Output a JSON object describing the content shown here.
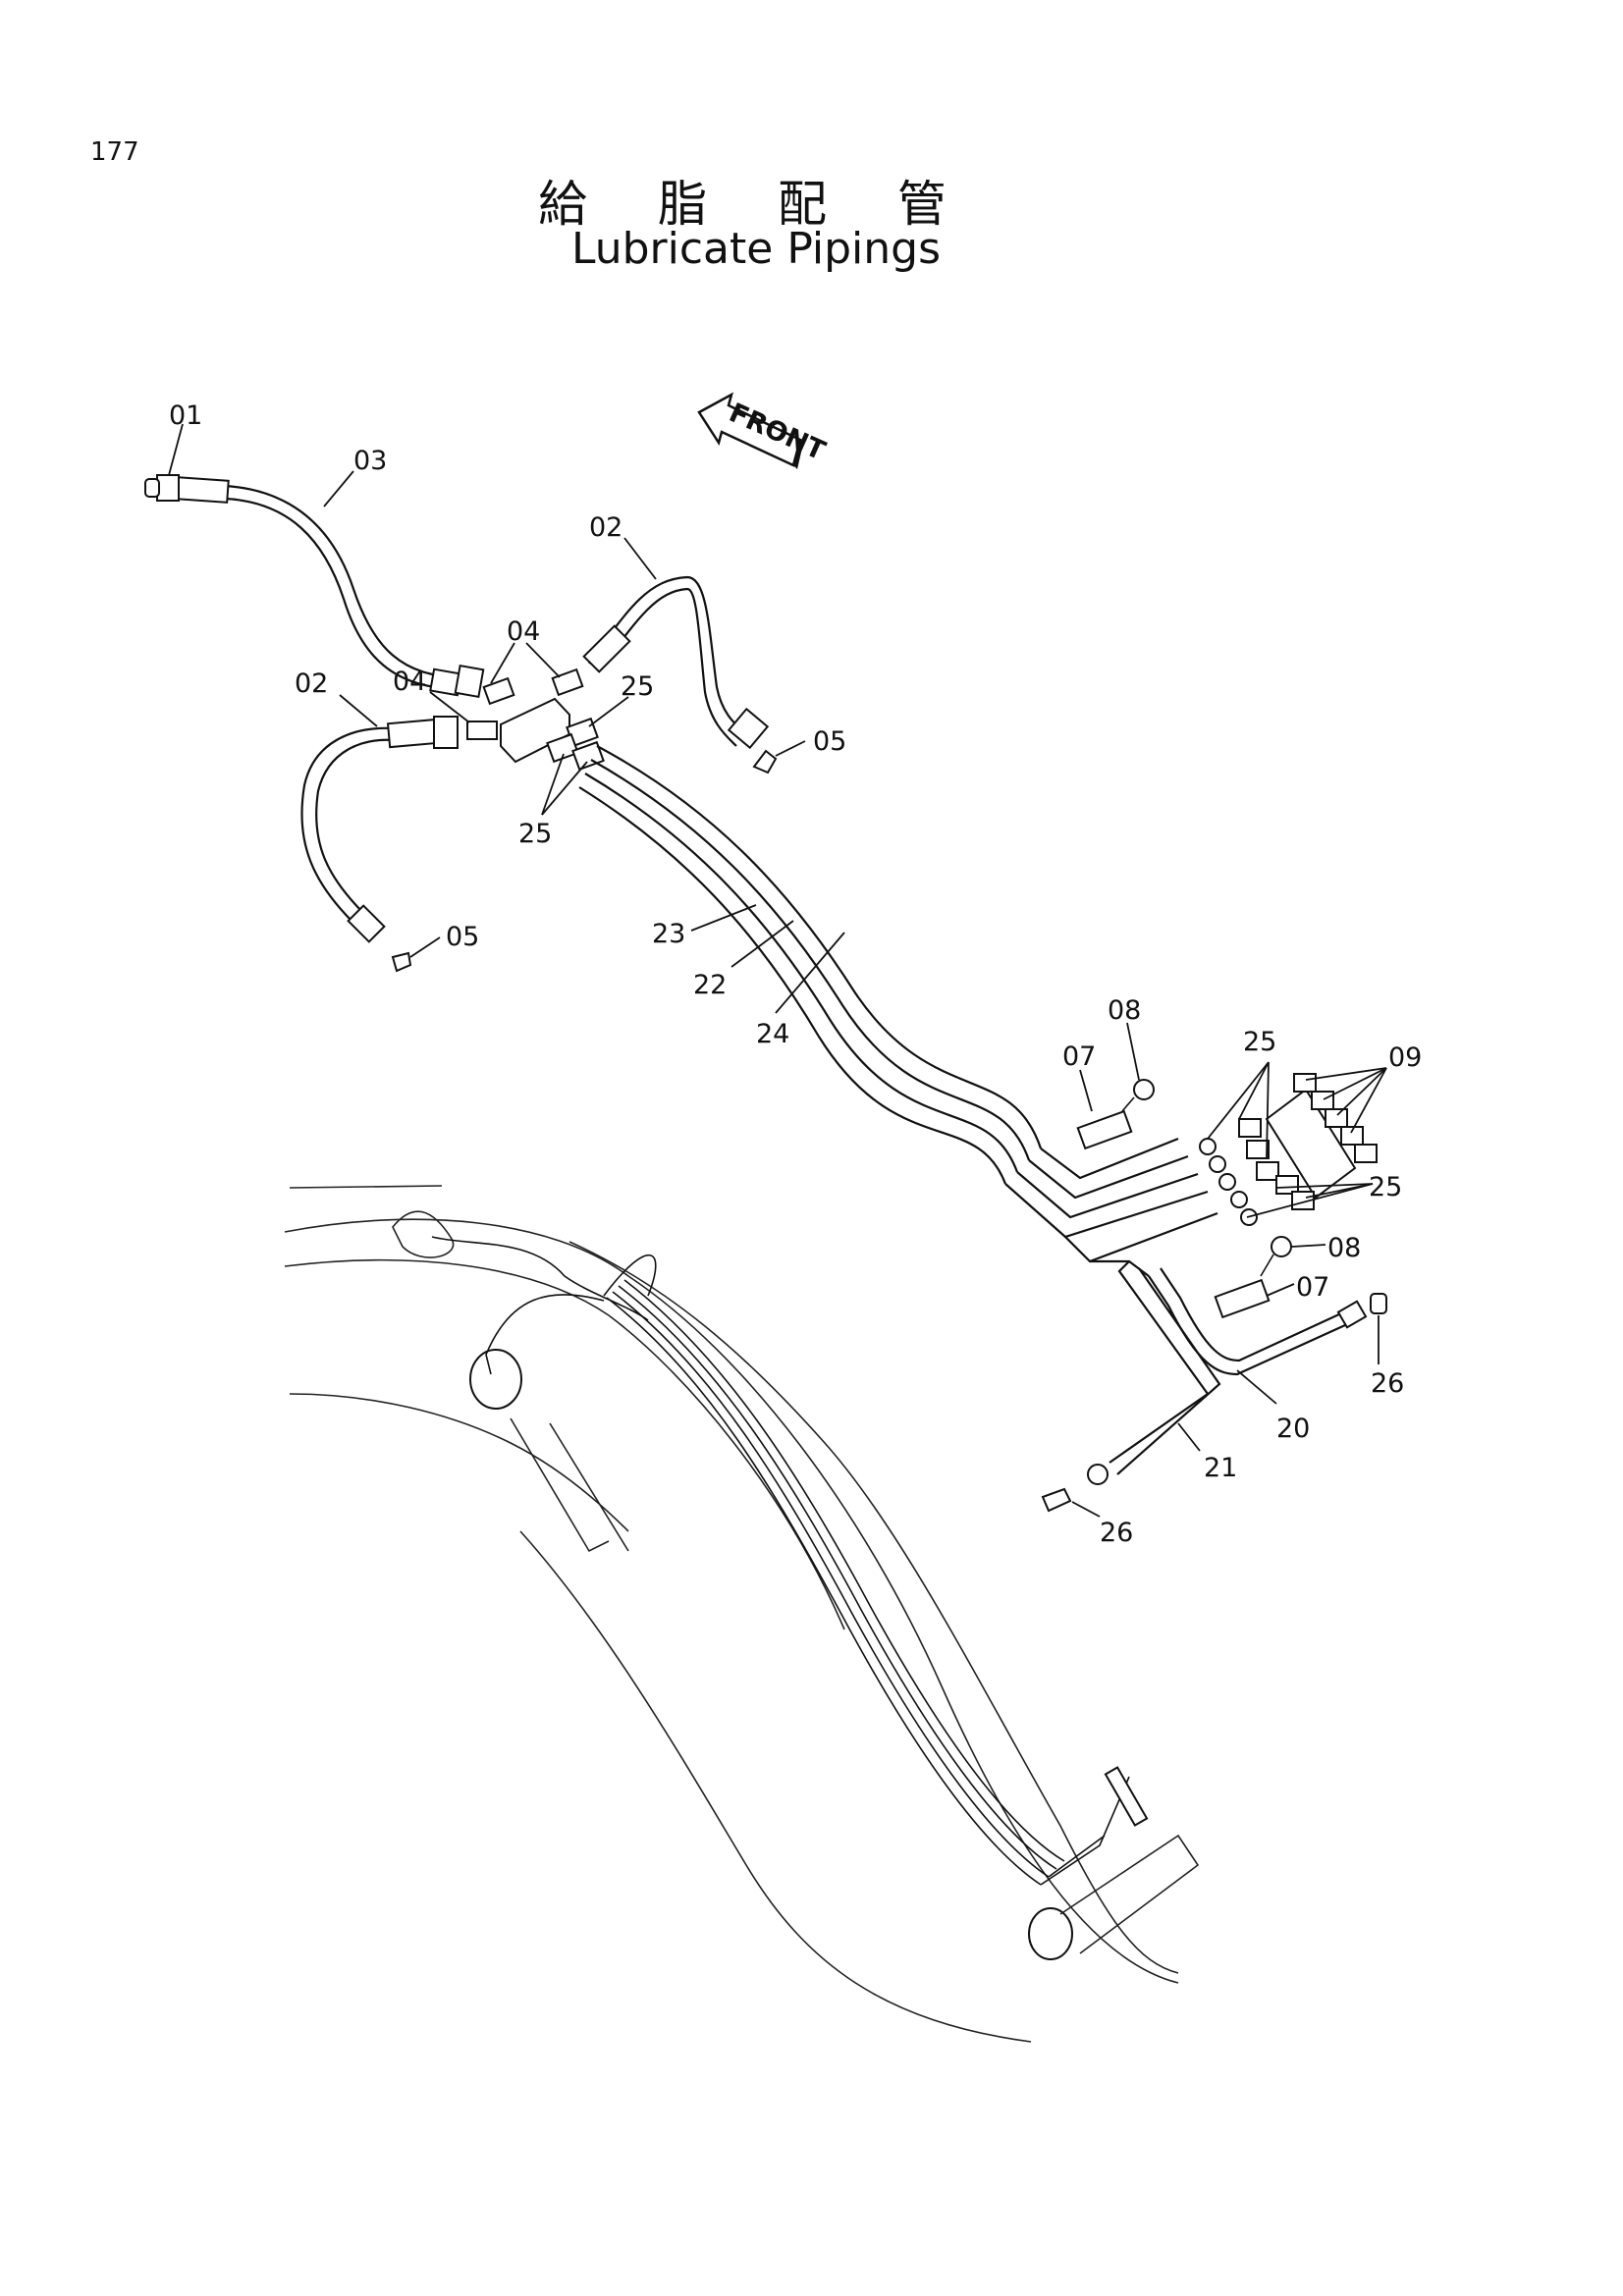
{
  "page": {
    "number": "177",
    "title_jp": "給 脂 配 管",
    "title_en": "Lubricate Pipings"
  },
  "front_arrow": {
    "label": "FRONT",
    "icon": "front-direction-arrow-icon"
  },
  "callouts": {
    "c01": "01",
    "c03": "03",
    "c02_right": "02",
    "c04_top": "04",
    "c02_left": "02",
    "c04_left": "04",
    "c25_block": "25",
    "c05_right": "05",
    "c25_below_block": "25",
    "c05_left": "05",
    "c23": "23",
    "c22": "22",
    "c24": "24",
    "c08_upper": "08",
    "c07_upper": "07",
    "c25_manifold_top": "25",
    "c09": "09",
    "c25_manifold_right": "25",
    "c08_lower": "08",
    "c07_lower": "07",
    "c26_right": "26",
    "c20": "20",
    "c21": "21",
    "c26_lower": "26"
  }
}
